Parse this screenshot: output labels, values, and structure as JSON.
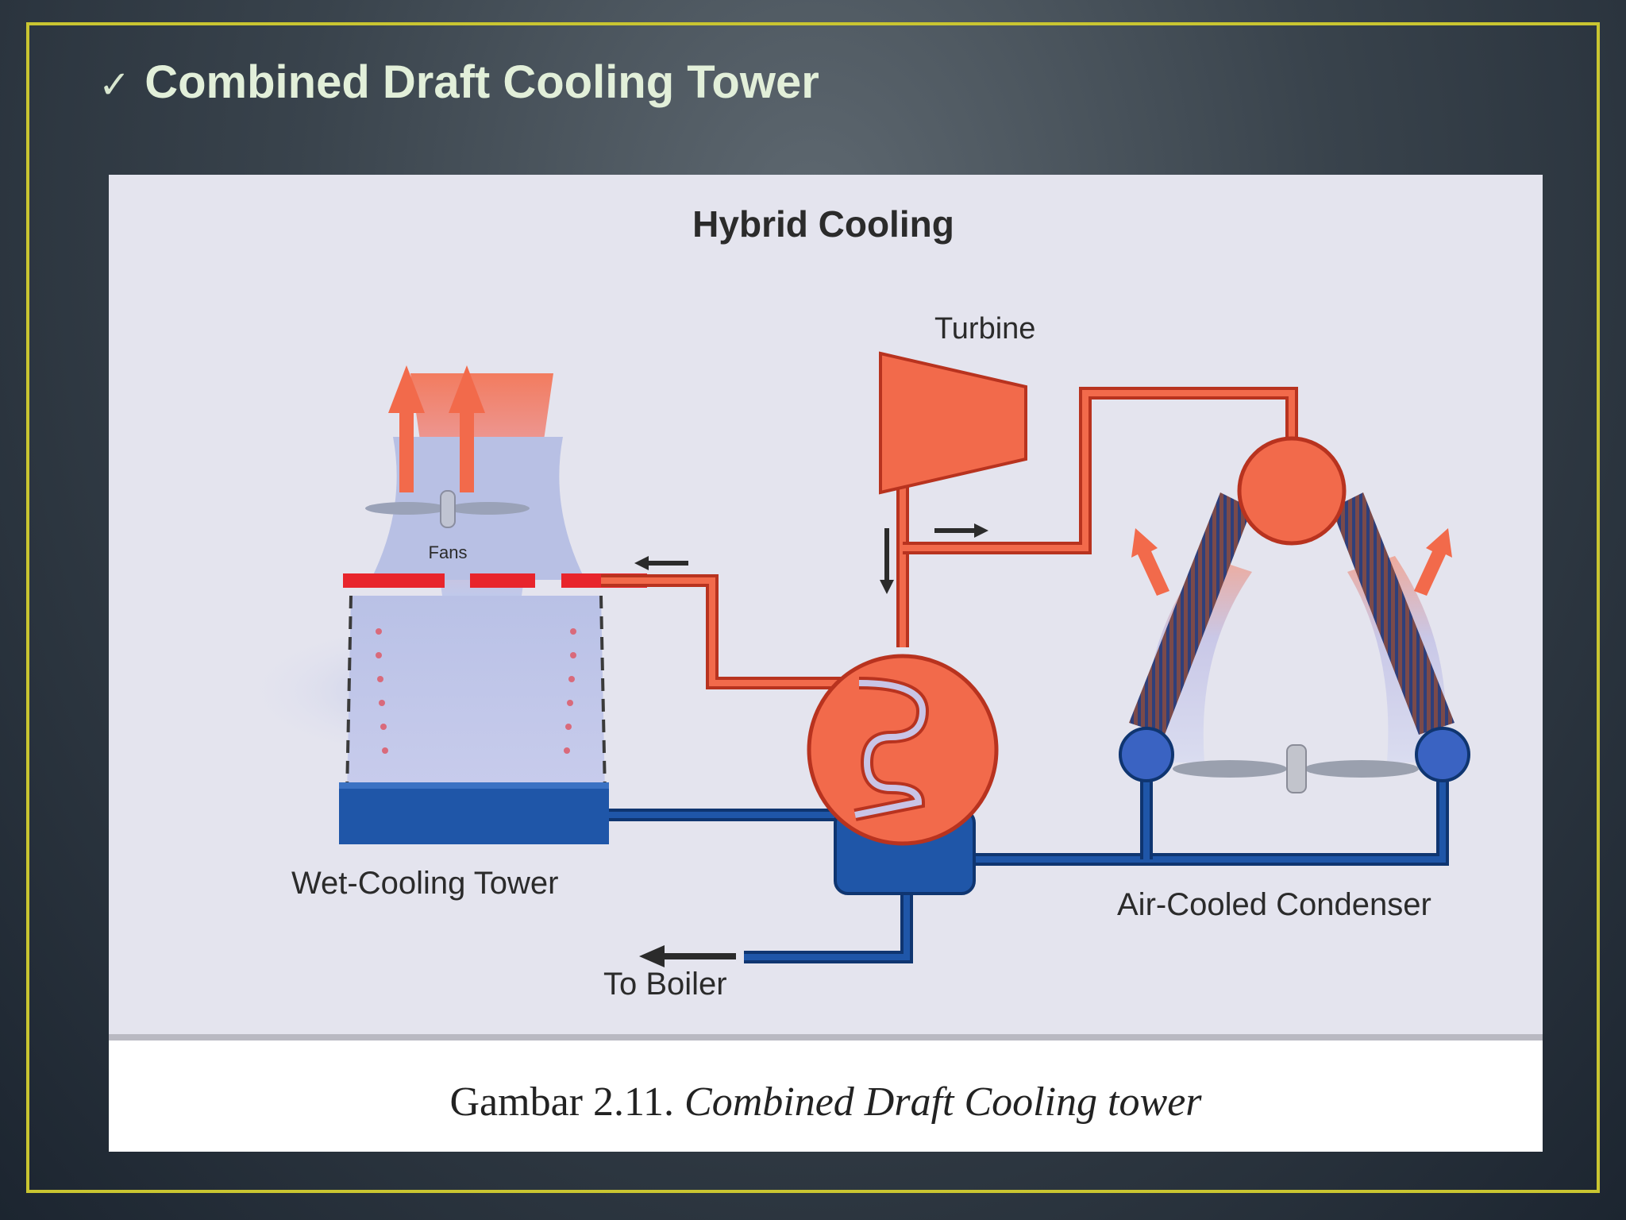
{
  "slide": {
    "check_icon": "✓",
    "title": "Combined Draft Cooling Tower"
  },
  "diagram": {
    "heading": "Hybrid Cooling",
    "labels": {
      "turbine": "Turbine",
      "fans": "Fans",
      "wet_cooling_tower": "Wet-Cooling Tower",
      "air_cooled_condenser": "Air-Cooled Condenser",
      "to_boiler": "To Boiler"
    }
  },
  "caption": {
    "prefix": "Gambar 2.11. ",
    "text": "Combined Draft Cooling tower"
  },
  "colors": {
    "hot": "#f26a4b",
    "hot_outline": "#b8331f",
    "cold": "#1f56a8",
    "cold_outline": "#0f3570",
    "diagram_bg": "#e4e4ee",
    "title_text": "#e2efd9",
    "frame_border": "#c9c531"
  }
}
